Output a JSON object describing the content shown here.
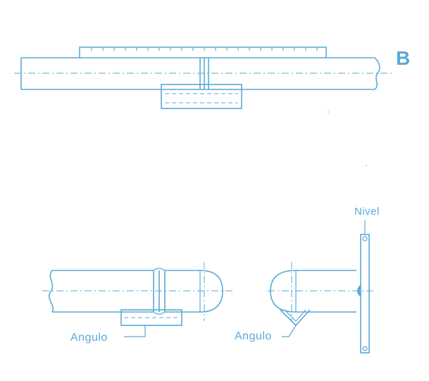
{
  "figure": {
    "label_b": "B",
    "label_nivel": "Nivel",
    "label_angulo_left": "Angulo",
    "label_angulo_right": "Angulo"
  },
  "colors": {
    "ink": "#5aa9d6",
    "background": "#ffffff"
  }
}
